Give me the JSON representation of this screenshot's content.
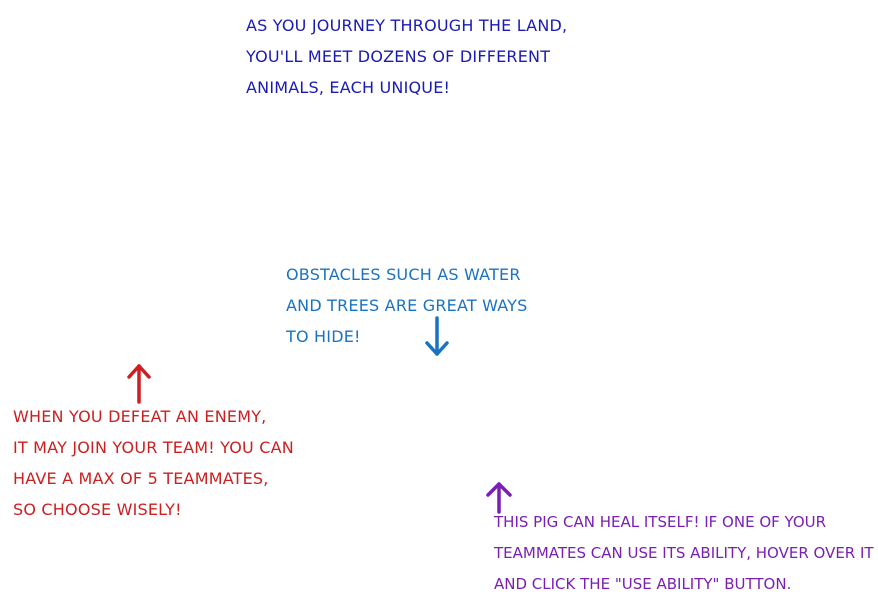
{
  "notes": {
    "journey": {
      "lines": [
        "As you journey through the land,",
        "you'll meet dozens of different",
        "animals, each unique!"
      ],
      "color": "#1a1ab5"
    },
    "obstacles": {
      "lines": [
        "Obstacles such as water",
        "and trees are great ways",
        "to hide!"
      ],
      "color": "#1a73c2"
    },
    "defeat": {
      "lines": [
        "When you defeat an enemy,",
        "it may join your team! You can",
        "have a max of 5 teammates,",
        "so choose wisely!"
      ],
      "color": "#cc1f1f"
    },
    "pig": {
      "lines": [
        "This pig can heal itself! If one of your",
        "teammates can use its ability, hover over it",
        "and click the \"Use Ability\" button."
      ],
      "color": "#7a1fb5"
    }
  },
  "arrows": {
    "obstacles": {
      "direction": "down",
      "icon": "arrow-down-icon",
      "color": "#1a73c2"
    },
    "defeat": {
      "direction": "up",
      "icon": "arrow-up-icon",
      "color": "#cc1f1f"
    },
    "pig": {
      "direction": "up",
      "icon": "arrow-up-icon",
      "color": "#7a1fb5"
    }
  }
}
